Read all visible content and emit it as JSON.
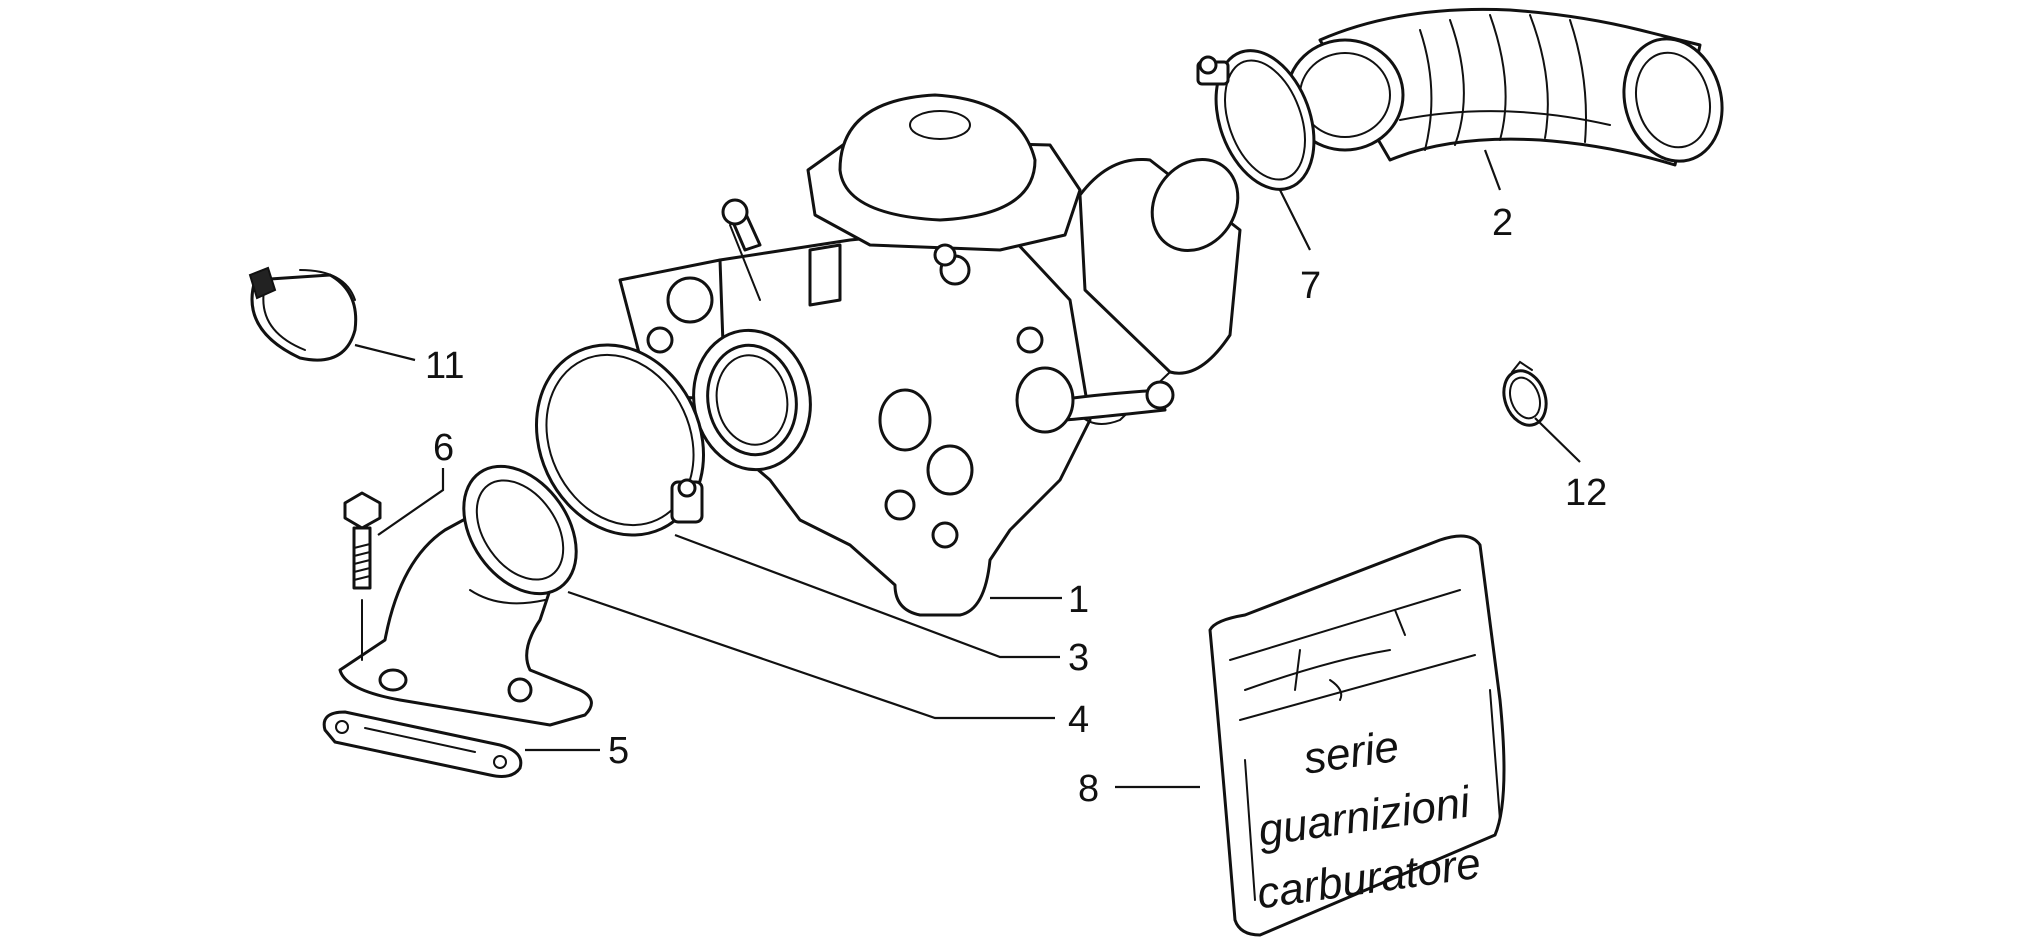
{
  "callouts": [
    {
      "id": "1",
      "label": "1"
    },
    {
      "id": "2",
      "label": "2"
    },
    {
      "id": "3",
      "label": "3"
    },
    {
      "id": "4",
      "label": "4"
    },
    {
      "id": "5",
      "label": "5"
    },
    {
      "id": "6",
      "label": "6"
    },
    {
      "id": "7",
      "label": "7"
    },
    {
      "id": "8",
      "label": "8"
    },
    {
      "id": "11",
      "label": "11"
    },
    {
      "id": "12",
      "label": "12"
    }
  ],
  "gasket_bag": {
    "line1": "serie",
    "line2": "guarnizioni",
    "line3": "carburatore"
  },
  "colors": {
    "line": "#111111",
    "background": "#ffffff"
  }
}
